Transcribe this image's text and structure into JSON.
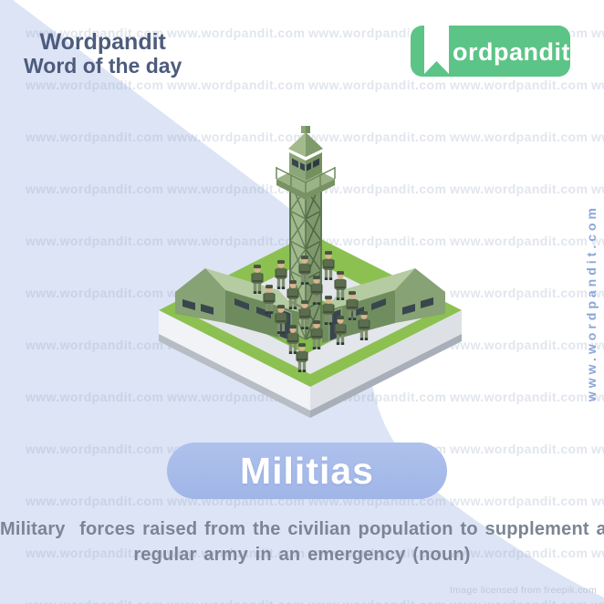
{
  "brand": {
    "title": "Wordpandit",
    "subtitle": "Word of the day"
  },
  "badge": {
    "text": "ordpandit",
    "icon": "bookmark-ribbon"
  },
  "watermark": {
    "text": "www.wordpandit.com"
  },
  "word_card": {
    "word": "Militias"
  },
  "definition": {
    "line1": "Military  forces raised from the civilian population to supplement a",
    "line2": "regular army in an emergency (noun)"
  },
  "credit": "Image licensed from freepik.com",
  "illustration": {
    "description": "Isometric military camp: lattice watchtower with observation cabin, two army tents with dark doors and window slits, soldiers standing in formation on a paved platform with grass border",
    "soldier_count": 17
  },
  "colors": {
    "background_blue": "#dce4f5",
    "badge_green": "#5cc486",
    "pill_blue": "#a6b9e9",
    "title_slate": "#4d5c7d",
    "definition_gray": "#7b8595",
    "grass_green": "#8cc152",
    "tent_light": "#b5cba2",
    "tent_dark": "#6e8b5d"
  }
}
